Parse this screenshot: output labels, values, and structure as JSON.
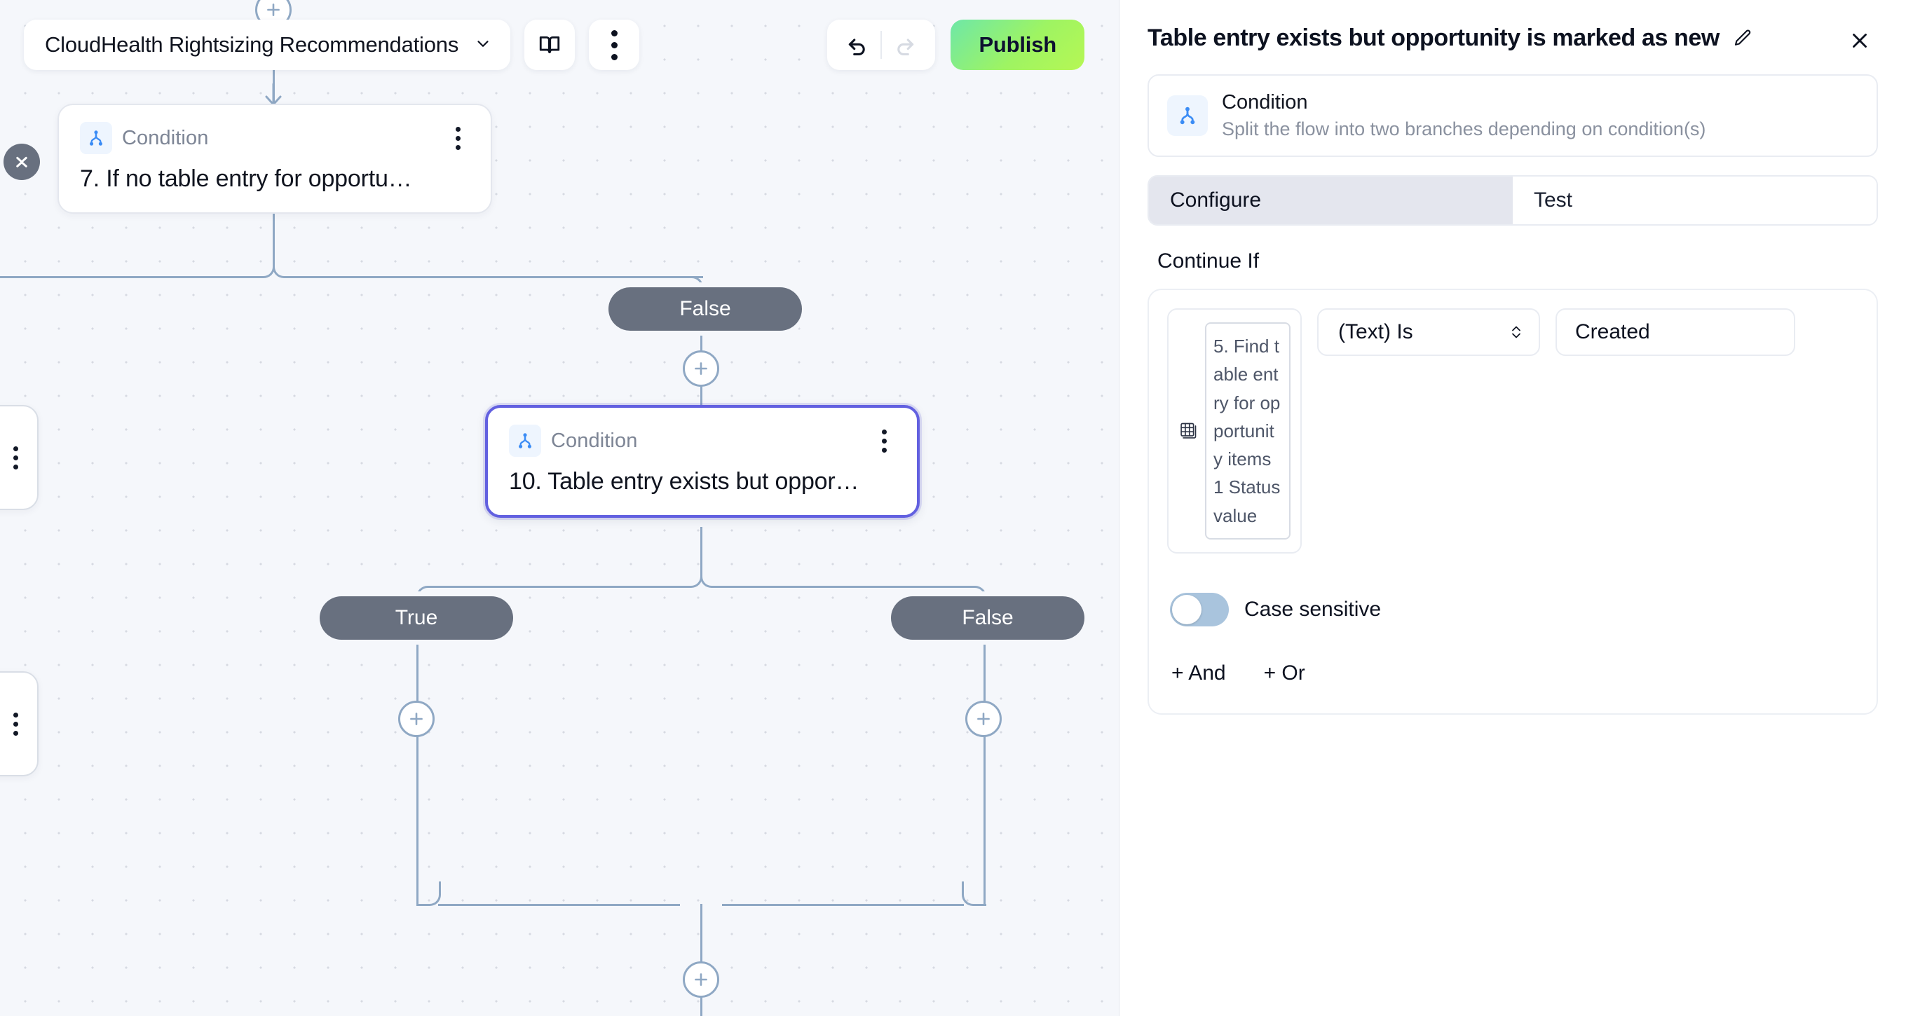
{
  "toolbar": {
    "flow_name": "CloudHealth Rightsizing Recommendations",
    "chevron_icon": "chevron-down-icon",
    "docs_icon": "book-icon",
    "more_icon": "kebab-menu-icon",
    "undo_icon": "undo-icon",
    "redo_icon": "redo-icon",
    "publish_label": "Publish"
  },
  "canvas": {
    "collapse_icon": "collapse-icon",
    "nodes": [
      {
        "type_label": "Condition",
        "title": "7. If no table entry for opportu…",
        "icon": "condition-branch-icon",
        "selected": false
      },
      {
        "type_label": "Condition",
        "title": "10. Table entry exists but oppor…",
        "icon": "condition-branch-icon",
        "selected": true
      }
    ],
    "branch_labels": {
      "top_false": "False",
      "true": "True",
      "false": "False"
    },
    "add_icon": "plus-icon"
  },
  "panel": {
    "title": "Table entry exists but opportunity is marked as new",
    "edit_icon": "pencil-icon",
    "close_icon": "close-icon",
    "type_card": {
      "icon": "condition-branch-icon",
      "name": "Condition",
      "description": "Split the flow into two branches depending on condition(s)"
    },
    "tabs": [
      {
        "label": "Configure",
        "active": true
      },
      {
        "label": "Test",
        "active": false
      }
    ],
    "section_label": "Continue If",
    "condition": {
      "token_icon": "table-icon",
      "token_text": "5. Find table entry for opportunity items 1 Status value",
      "operator": "(Text) Is",
      "operator_chevron_icon": "chevron-updown-icon",
      "value": "Created",
      "value_placeholder": "Value",
      "case_sensitive_label": "Case sensitive",
      "case_sensitive_on": false,
      "add_and_label": "+ And",
      "add_or_label": "+ Or"
    }
  },
  "colors": {
    "accent_selected": "#6260e0",
    "publish_gradient_start": "#6ee7a8",
    "publish_gradient_end": "#b6f754",
    "branch_pill": "#68707f",
    "edge": "#8fa8c4",
    "canvas_bg": "#f5f7fb"
  }
}
